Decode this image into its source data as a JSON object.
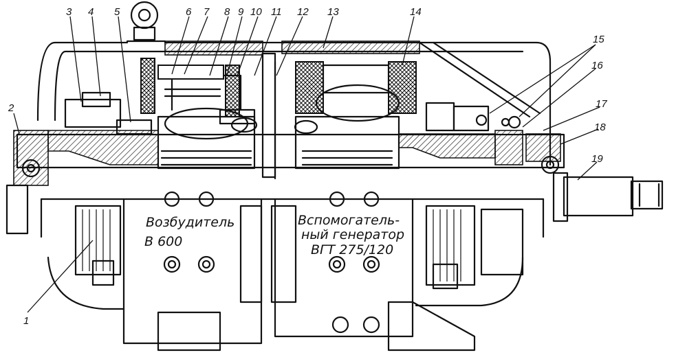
{
  "labels": {
    "cap_exciter_1": "Возбудитель",
    "cap_exciter_2": "В 600",
    "cap_aux_1": "Вспомогатель-",
    "cap_aux_2": "ный генератор",
    "cap_aux_3": "ВГТ 275/120",
    "callouts": [
      "1",
      "2",
      "3",
      "4",
      "5",
      "6",
      "7",
      "8",
      "9",
      "10",
      "11",
      "12",
      "13",
      "14",
      "15",
      "16",
      "17",
      "18",
      "19"
    ]
  },
  "colors": {
    "ink": "#111111",
    "paper": "#ffffff"
  }
}
